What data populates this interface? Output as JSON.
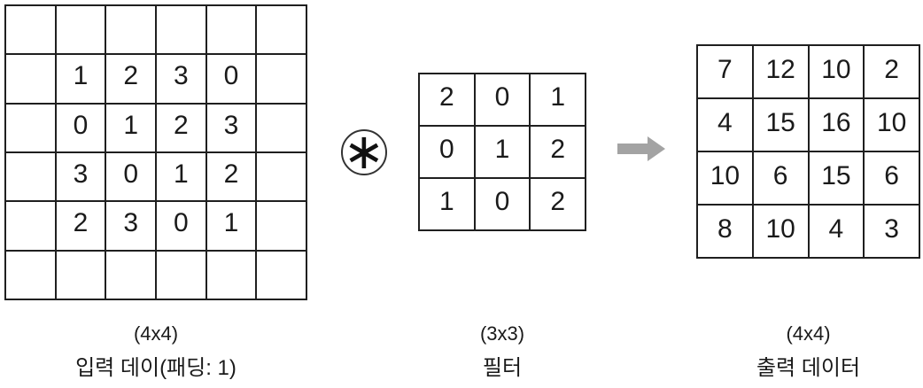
{
  "diagram_type": "convolution-operation",
  "input": {
    "size_label": "(4x4)",
    "caption": "입력 데이(패딩: 1)",
    "rows": 6,
    "cols": 6,
    "grid": [
      [
        "",
        "",
        "",
        "",
        "",
        ""
      ],
      [
        "",
        "1",
        "2",
        "3",
        "0",
        ""
      ],
      [
        "",
        "0",
        "1",
        "2",
        "3",
        ""
      ],
      [
        "",
        "3",
        "0",
        "1",
        "2",
        ""
      ],
      [
        "",
        "2",
        "3",
        "0",
        "1",
        ""
      ],
      [
        "",
        "",
        "",
        "",
        "",
        ""
      ]
    ]
  },
  "operator": {
    "symbol": "∗"
  },
  "filter": {
    "size_label": "(3x3)",
    "caption": "필터",
    "rows": 3,
    "cols": 3,
    "grid": [
      [
        "2",
        "0",
        "1"
      ],
      [
        "0",
        "1",
        "2"
      ],
      [
        "1",
        "0",
        "2"
      ]
    ]
  },
  "output": {
    "size_label": "(4x4)",
    "caption": "출력 데이터",
    "rows": 4,
    "cols": 4,
    "grid": [
      [
        "7",
        "12",
        "10",
        "2"
      ],
      [
        "4",
        "15",
        "16",
        "10"
      ],
      [
        "10",
        "6",
        "15",
        "6"
      ],
      [
        "8",
        "10",
        "4",
        "3"
      ]
    ]
  },
  "icons": {
    "arrow": "arrow-right-icon",
    "operator": "asterisk-icon"
  },
  "colors": {
    "background": "#ffffff",
    "grid_line": "#1f1f1f",
    "text": "#1a1a1a",
    "arrow": "#a3a3a3",
    "operator_circle": "#333333"
  }
}
